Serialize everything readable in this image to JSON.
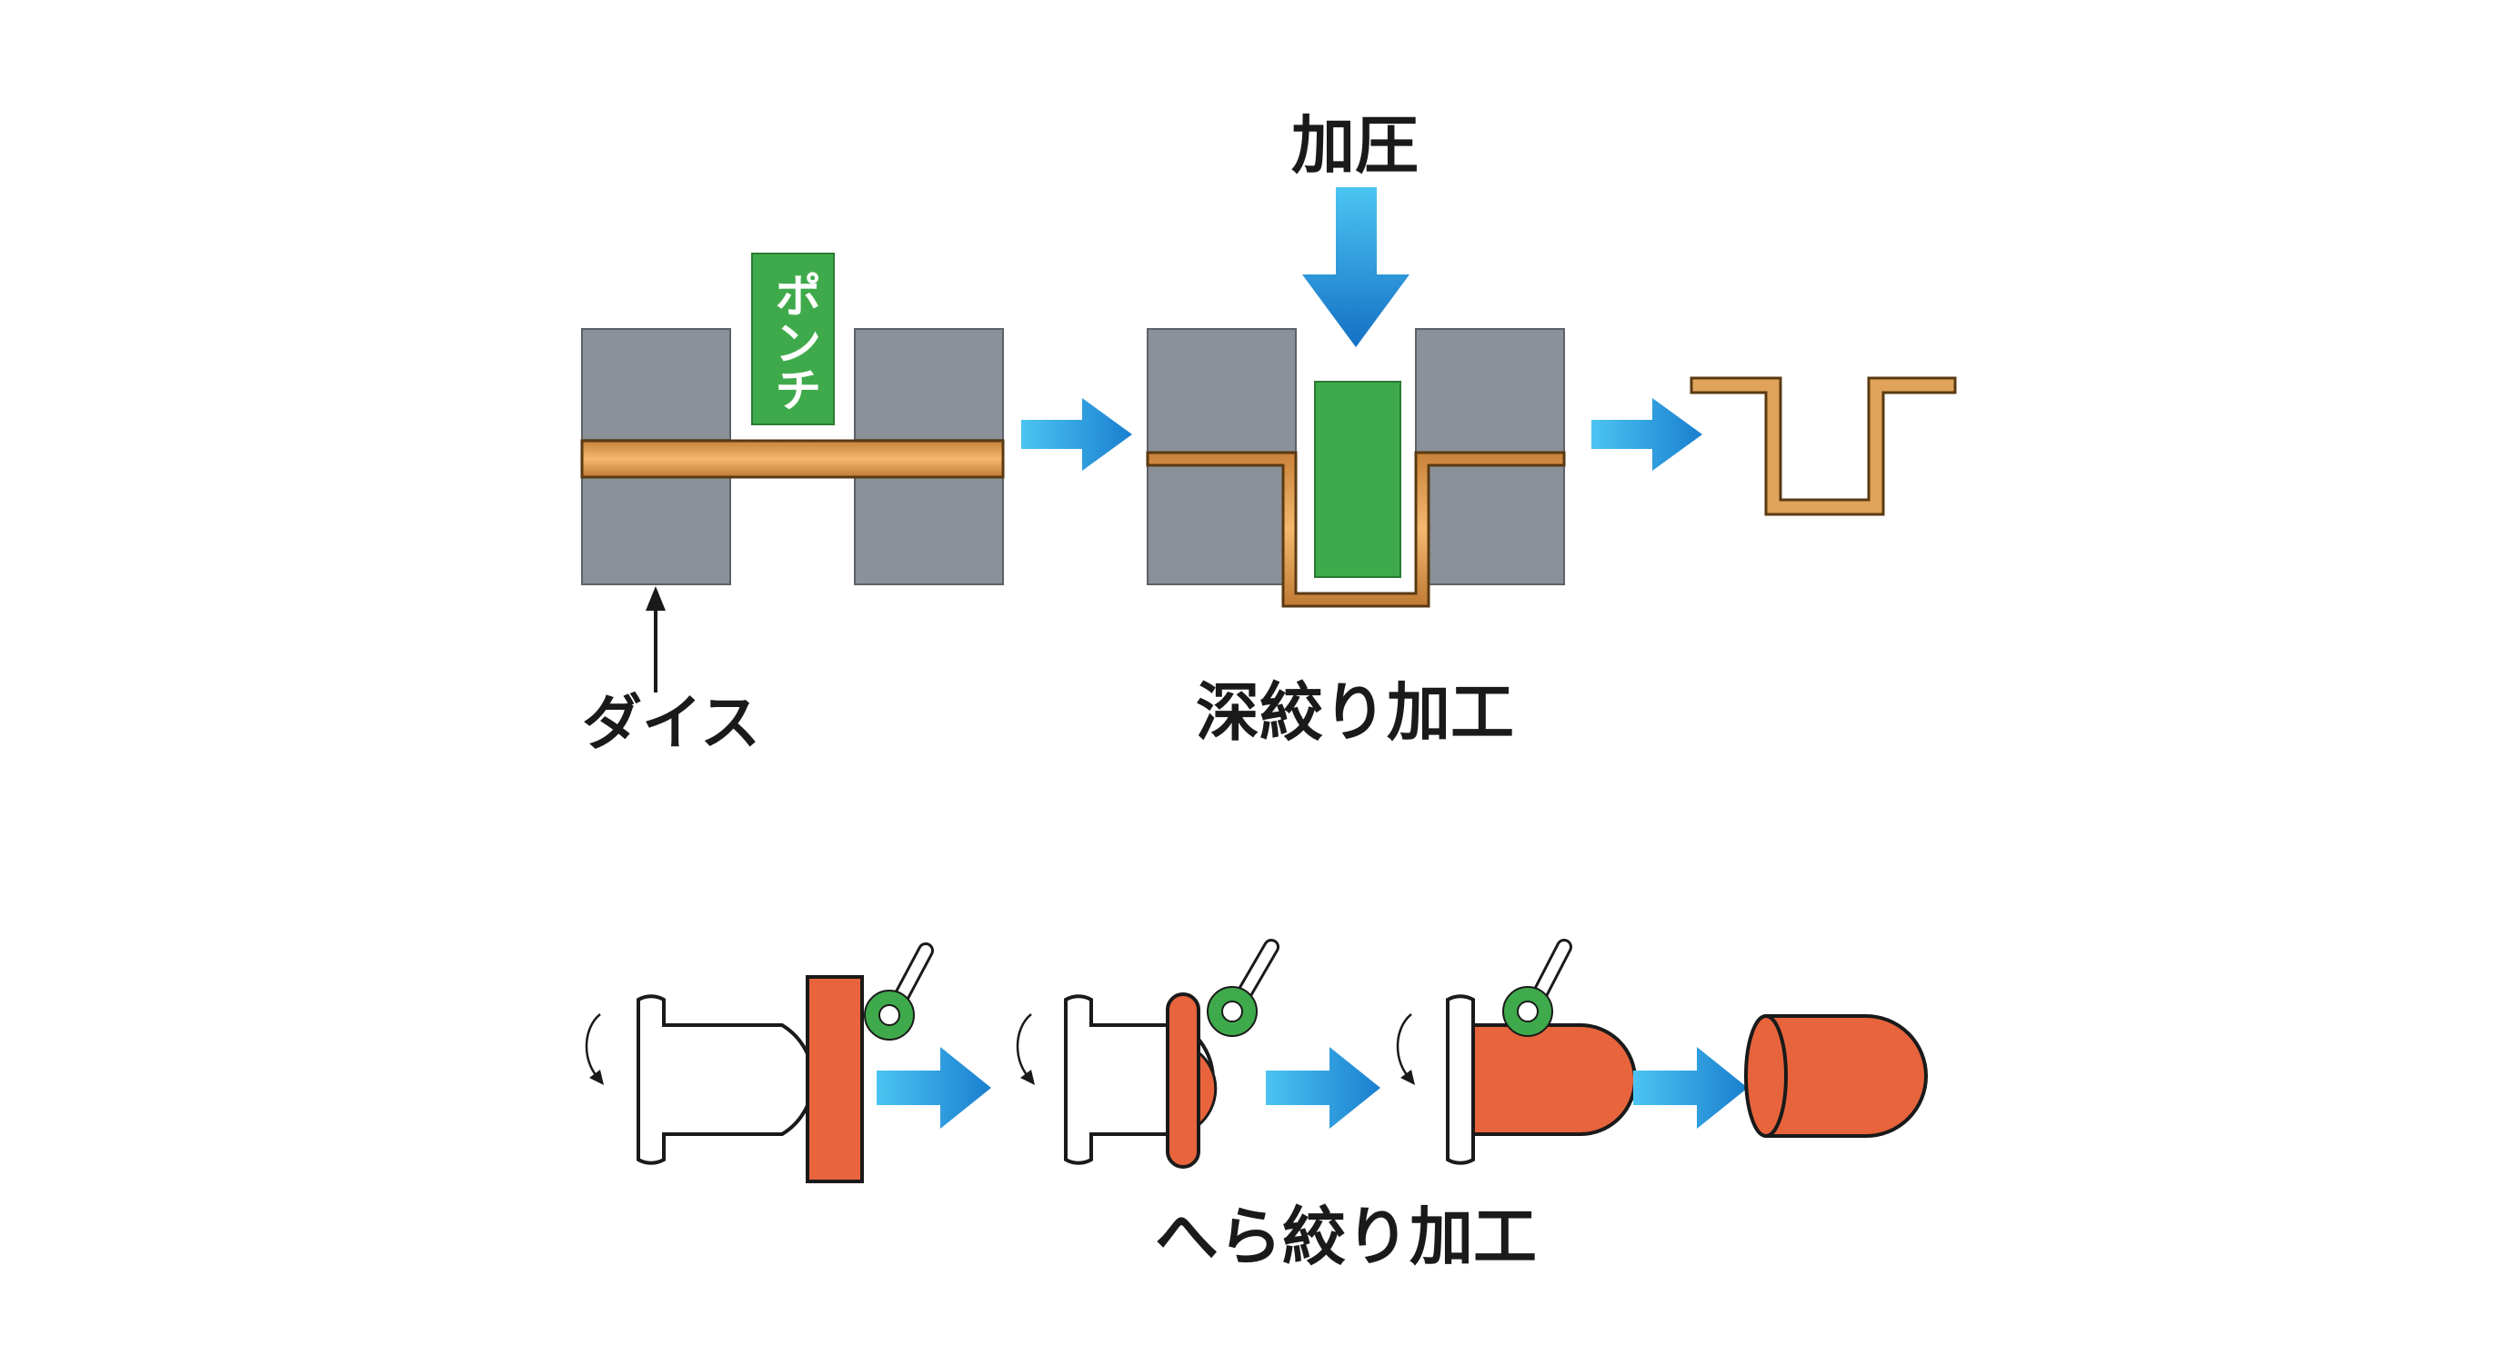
{
  "deep_drawing": {
    "punch_label": "ポンチ",
    "die_label": "ダイス",
    "pressure_label": "加圧",
    "process_title": "深絞り加工"
  },
  "spinning": {
    "process_title": "へら絞り加工"
  },
  "colors": {
    "die_gray": "#8a9199",
    "punch_green": "#3faa4b",
    "metal_copper": "#d9964a",
    "metal_copper_light": "#f0b66c",
    "metal_orange": "#e8643c",
    "arrow_blue": "#1f8fd6",
    "arrow_blue_light": "#39b7ee",
    "outline": "#1a1a1a"
  }
}
